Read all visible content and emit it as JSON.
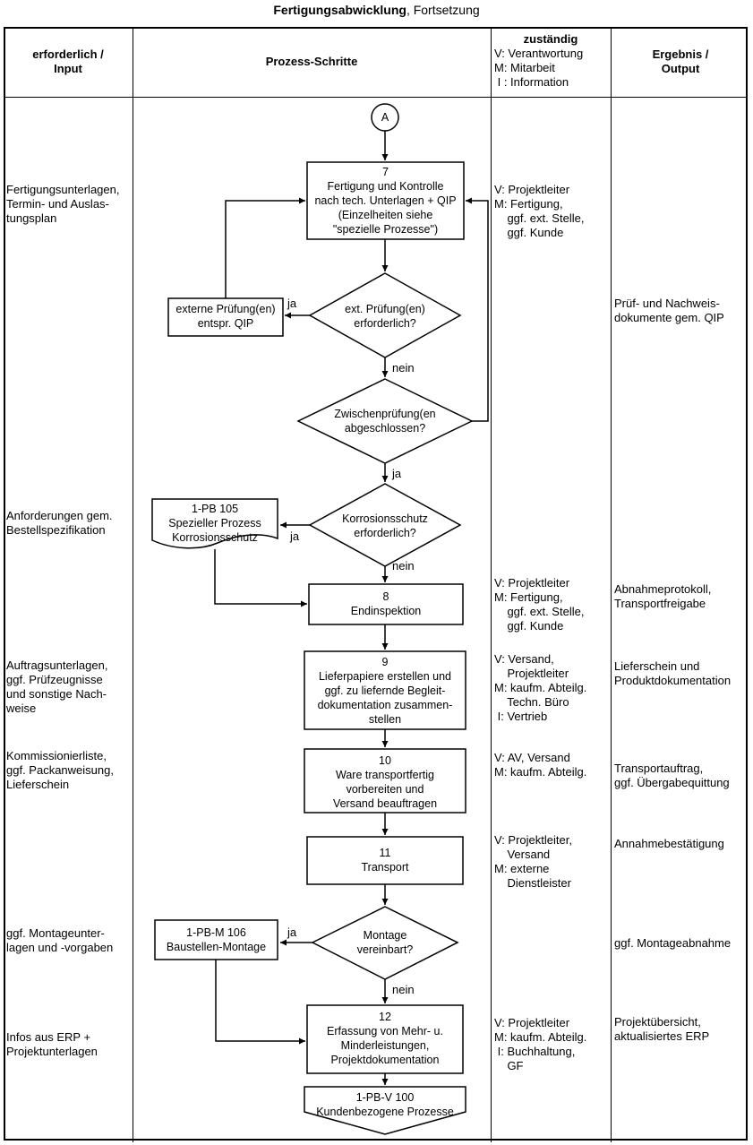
{
  "title": {
    "main": "Fertigungsabwicklung",
    "suffix": ", Fortsetzung"
  },
  "colors": {
    "line": "#000000",
    "background": "#ffffff",
    "text": "#000000"
  },
  "header": {
    "input": "erforderlich /\nInput",
    "process": "Prozess-Schritte",
    "responsible_title": "zuständig",
    "responsible_legend": "V: Verantwortung\nM: Mitarbeit\n I : Information",
    "output": "Ergebnis /\nOutput"
  },
  "flow": {
    "connector_a": "A",
    "step7": "7\nFertigung und Kontrolle\nnach tech. Unterlagen + QIP\n(Einzelheiten siehe\n\"spezielle Prozesse\")",
    "decision_ext": "ext. Prüfung(en)\nerforderlich?",
    "box_ext": "externe Prüfung(en)\nentspr. QIP",
    "decision_zwischen": "Zwischenprüfung(en\nabgeschlossen?",
    "decision_korrosion": "Korrosionsschutz\nerforderlich?",
    "doc_korrosion": "1-PB 105\nSpezieller Prozess\nKorrosionsschutz",
    "step8": "8\nEndinspektion",
    "step9": "9\nLieferpapiere erstellen und\nggf. zu liefernde Begleit-\ndokumentation zusammen-\nstellen",
    "step10": "10\nWare transportfertig\nvorbereiten und\nVersand beauftragen",
    "step11": "11\nTransport",
    "decision_montage": "Montage\nvereinbart?",
    "box_montage": "1-PB-M 106\nBaustellen-Montage",
    "step12": "12\nErfassung von Mehr- u.\nMinderleistungen,\nProjektdokumentation",
    "terminal": "1-PB-V 100\nKundenbezogene Prozesse",
    "labels": {
      "ja_ext": "ja",
      "nein_ext": "nein",
      "ja_zwischen": "ja",
      "ja_korrosion": "ja",
      "nein_korrosion": "nein",
      "ja_montage": "ja",
      "nein_montage": "nein"
    }
  },
  "inputs": [
    "Fertigungsunterlagen,\nTermin- und Auslas-\ntungsplan",
    "Anforderungen gem.\nBestellspezifikation",
    "Auftragsunterlagen,\nggf. Prüfzeugnisse\nund sonstige Nach-\nweise",
    "Kommissionierliste,\nggf. Packanweisung,\nLieferschein",
    "ggf. Montageunter-\nlagen und -vorgaben",
    "Infos aus ERP +\nProjektunterlagen"
  ],
  "responsibilities": [
    "V: Projektleiter\nM: Fertigung,\n    ggf. ext. Stelle,\n    ggf. Kunde",
    "V: Projektleiter\nM: Fertigung,\n    ggf. ext. Stelle,\n    ggf. Kunde",
    "V: Versand,\n    Projektleiter\nM: kaufm. Abteilg.\n    Techn. Büro\n I: Vertrieb",
    "V: AV, Versand\nM: kaufm. Abteilg.",
    "V: Projektleiter,\n    Versand\nM: externe\n    Dienstleister",
    "V: Projektleiter\nM: kaufm. Abteilg.\n I: Buchhaltung,\n    GF"
  ],
  "outputs": [
    "Prüf- und Nachweis-\ndokumente gem. QIP",
    "Abnahmeprotokoll,\nTransportfreigabe",
    "Lieferschein und\nProduktdokumentation",
    "Transportauftrag,\nggf. Übergabequittung",
    "Annahmebestätigung",
    "ggf. Montageabnahme",
    "Projektübersicht,\naktualisiertes ERP"
  ]
}
